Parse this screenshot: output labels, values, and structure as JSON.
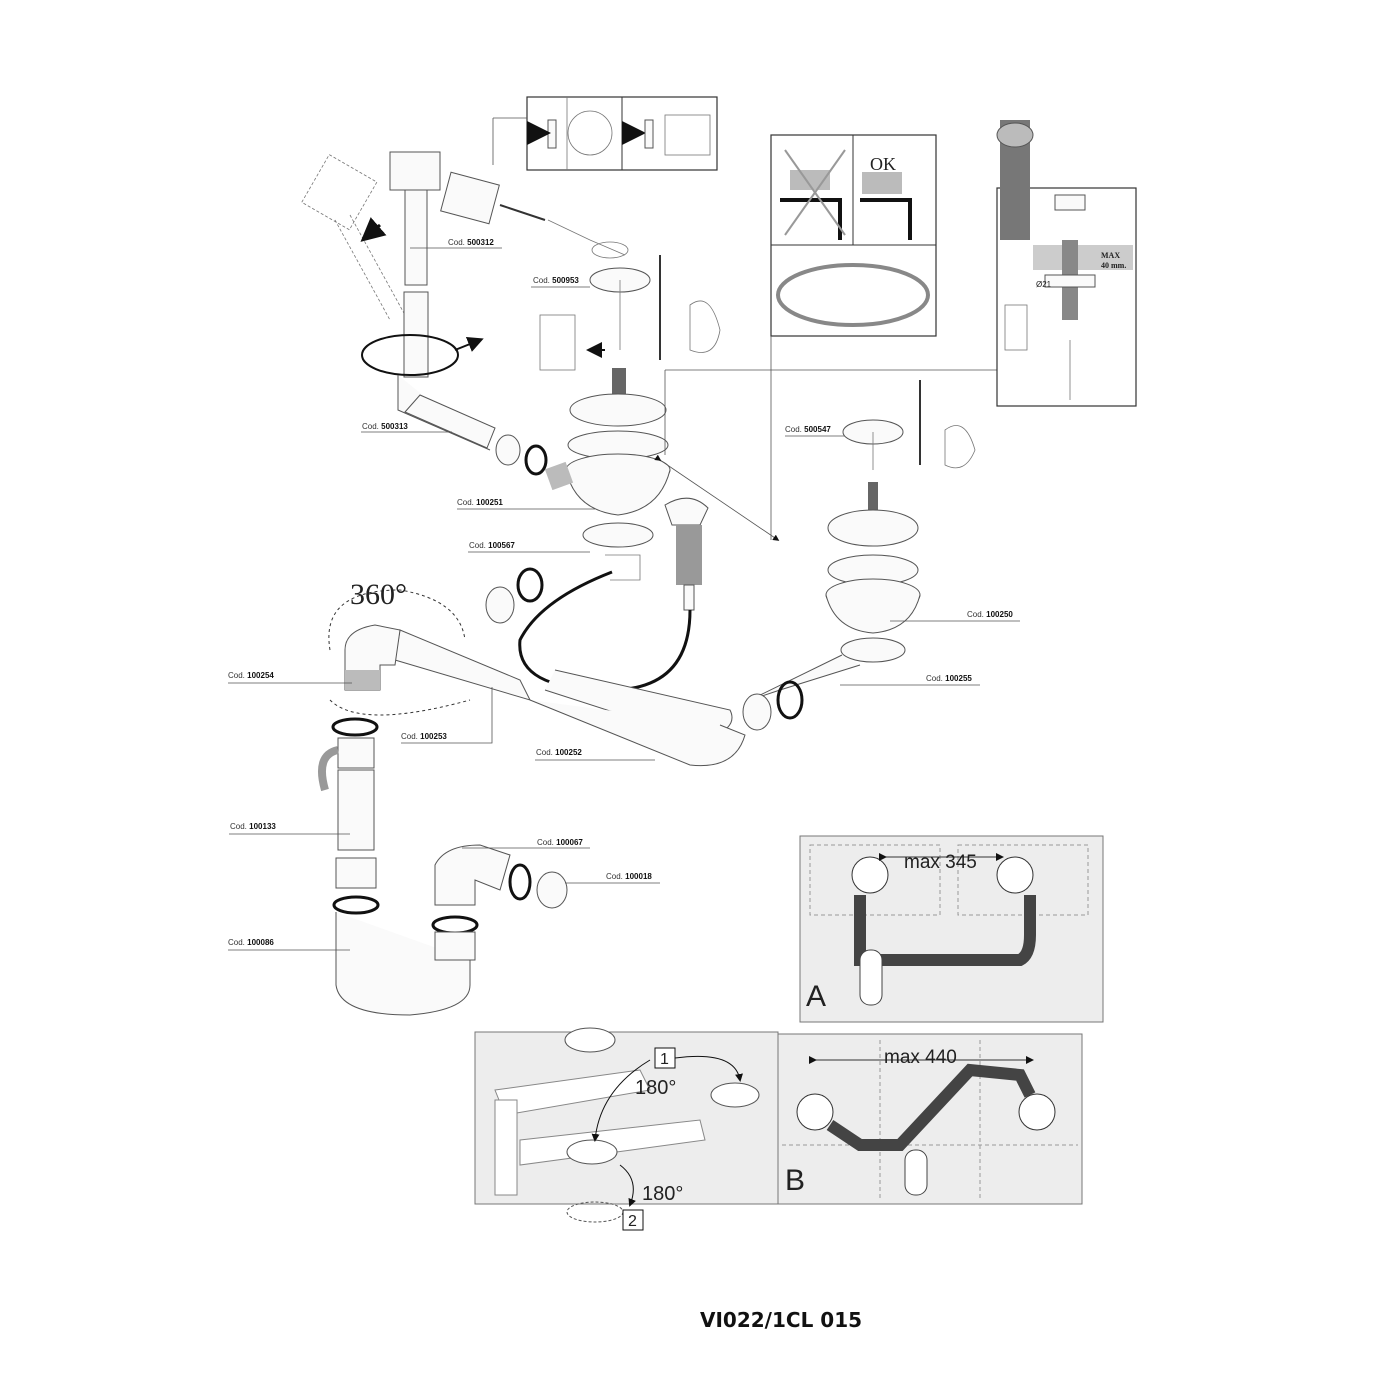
{
  "codes": {
    "prefix": "Cod.",
    "c500312": "500312",
    "c500953": "500953",
    "c500313": "500313",
    "c100251": "100251",
    "c100567": "100567",
    "c500547": "500547",
    "c100250": "100250",
    "c100255": "100255",
    "c100254": "100254",
    "c100253": "100253",
    "c100252": "100252",
    "c100133": "100133",
    "c100067": "100067",
    "c100018": "100018",
    "c100086": "100086"
  },
  "insets": {
    "ok_label": "OK",
    "max_label": "MAX",
    "max_value": "40 mm.",
    "diameter": "Ø21",
    "rotation": "360°",
    "panel_a": {
      "dimension": "max 345",
      "letter": "A"
    },
    "panel_b": {
      "dimension": "max 440",
      "letter": "B"
    },
    "rotate": {
      "step1": "1",
      "step2": "2",
      "angle1": "180°",
      "angle2": "180°"
    }
  },
  "title": "VI022/1CL 015"
}
